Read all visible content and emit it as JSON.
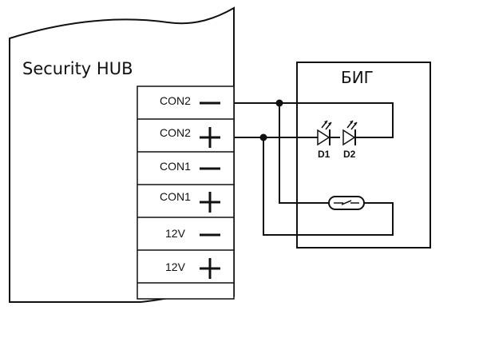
{
  "hub": {
    "title": "Security HUB",
    "terminals": [
      {
        "label": "CON2",
        "sign": "minus"
      },
      {
        "label": "CON2",
        "sign": "plus"
      },
      {
        "label": "CON1",
        "sign": "minus"
      },
      {
        "label": "CON1",
        "sign": "plus"
      },
      {
        "label": "12V",
        "sign": "minus"
      },
      {
        "label": "12V",
        "sign": "plus"
      }
    ]
  },
  "device": {
    "title": "БИГ",
    "leds": [
      {
        "label": "D1"
      },
      {
        "label": "D2"
      }
    ]
  }
}
